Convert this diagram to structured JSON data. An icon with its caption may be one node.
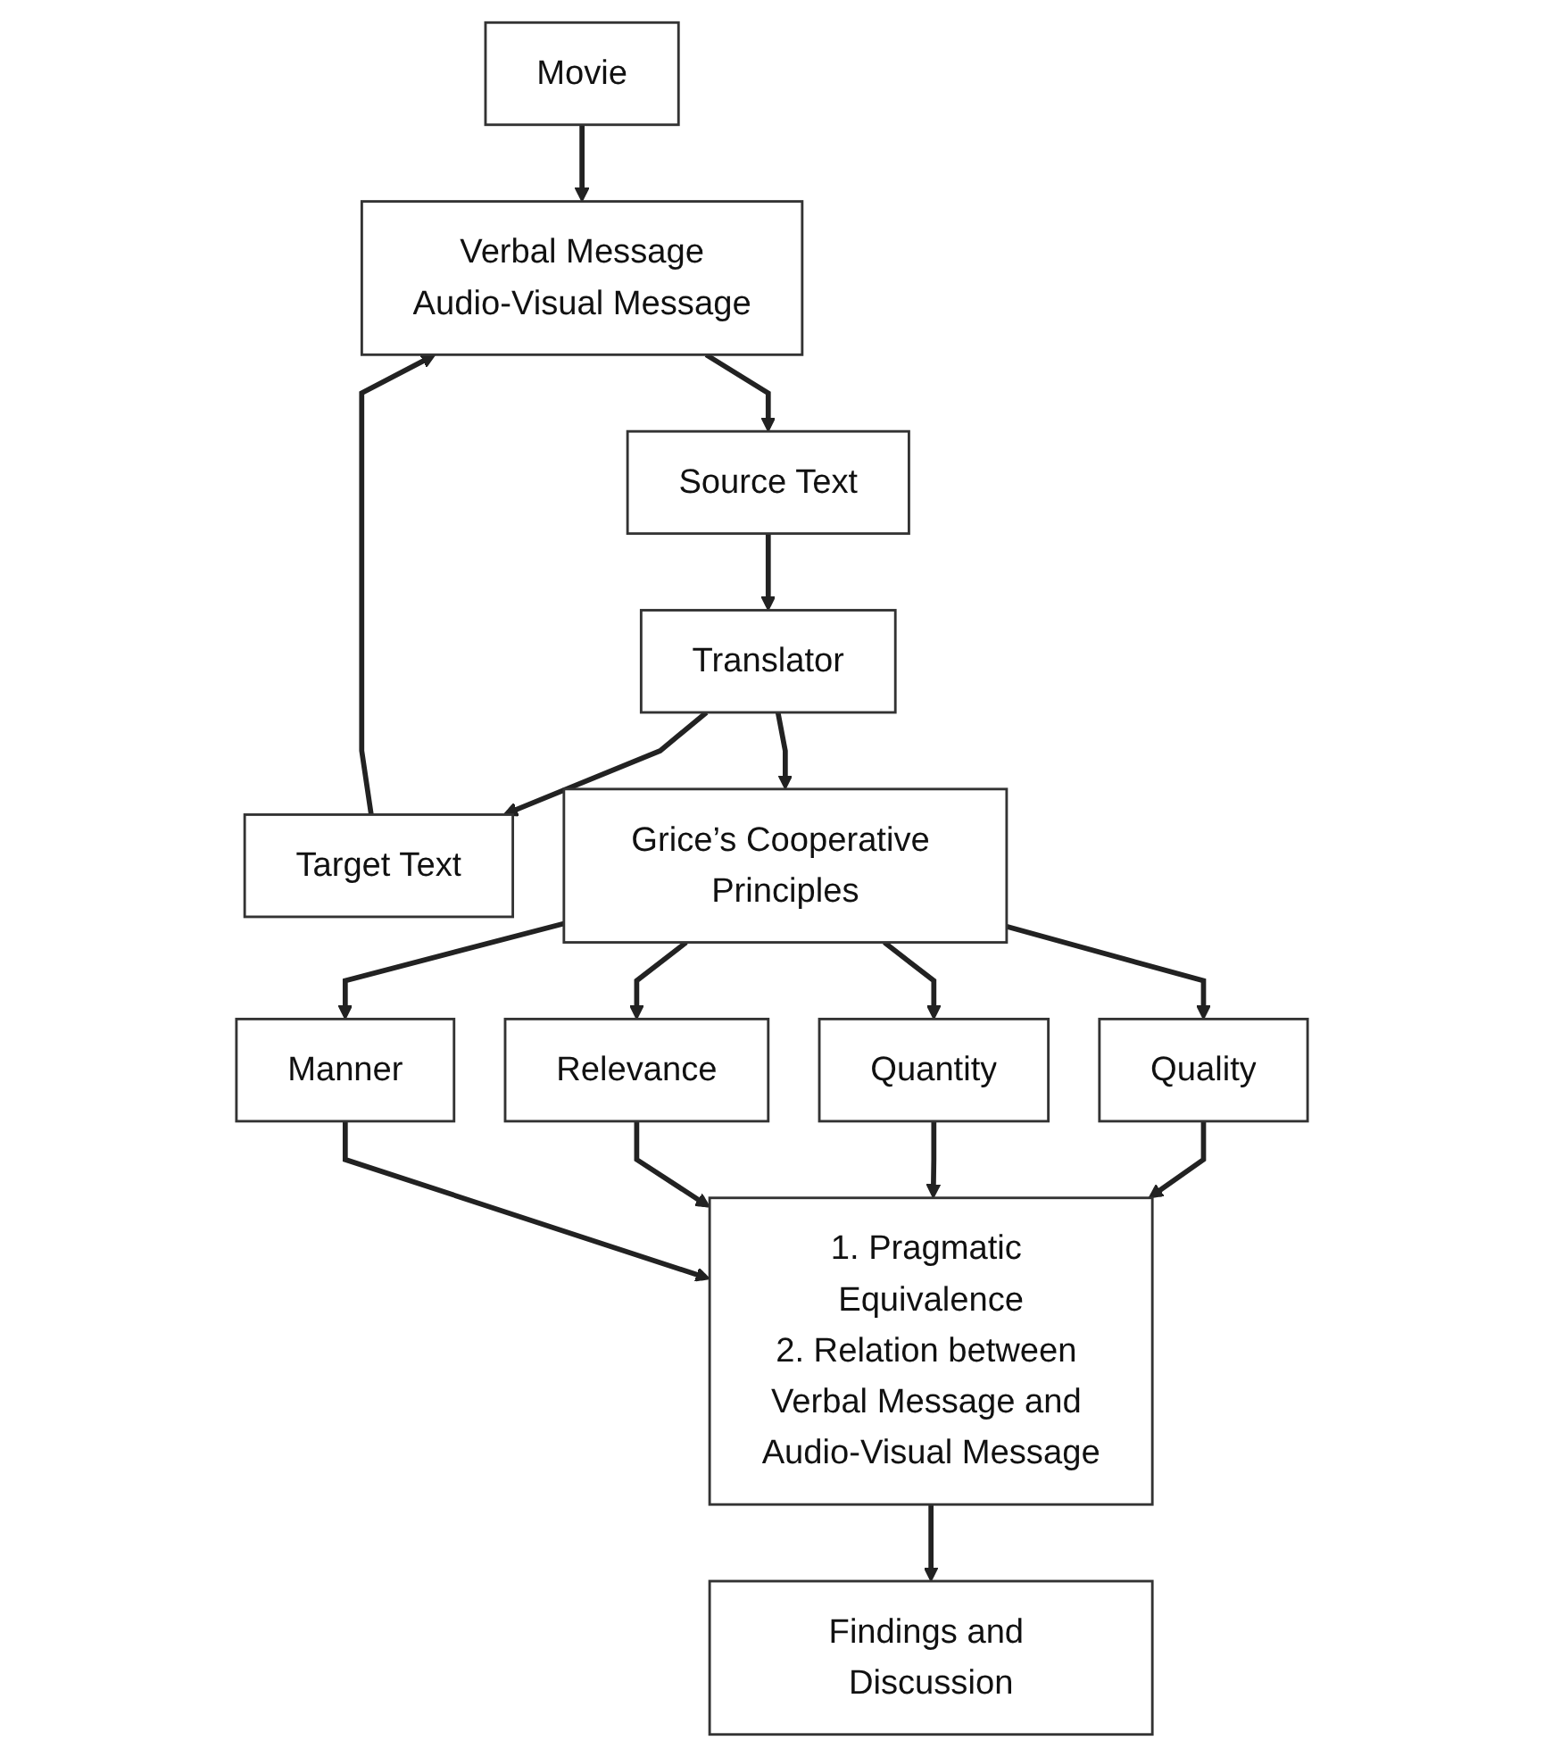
{
  "diagram": {
    "nodes": [
      {
        "text": [
          "Movie"
        ]
      },
      {
        "text": [
          "Verbal Message",
          "Audio-Visual Message"
        ]
      },
      {
        "text": [
          "Source Text"
        ]
      },
      {
        "text": [
          "Translator"
        ]
      },
      {
        "text": [
          "Target Text"
        ]
      },
      {
        "text": [
          "Grice’s Cooperative Principles"
        ]
      },
      {
        "text": [
          "Quality"
        ]
      },
      {
        "text": [
          "Quantity"
        ]
      },
      {
        "text": [
          "Relevance"
        ]
      },
      {
        "text": [
          "Manner"
        ]
      },
      {
        "text": [
          "1. Pragmatic Equivalence",
          "2. Relation between Verbal Message and Audio-Visual Message"
        ]
      },
      {
        "text": [
          "Findings and Discussion"
        ]
      }
    ],
    "edges": [
      {
        "from": 0,
        "to": 1,
        "arrow": "to"
      },
      {
        "from": 1,
        "to": 2,
        "arrow": "to"
      },
      {
        "from": 2,
        "to": 3,
        "arrow": "to"
      },
      {
        "from": 3,
        "to": 4,
        "arrow": "to"
      },
      {
        "from": 4,
        "to": 1,
        "arrow": "to"
      },
      {
        "from": 3,
        "to": 5,
        "arrow": "to"
      },
      {
        "from": 5,
        "to": 6,
        "arrow": "to"
      },
      {
        "from": 5,
        "to": 7,
        "arrow": "to"
      },
      {
        "from": 5,
        "to": 8,
        "arrow": "to"
      },
      {
        "from": 5,
        "to": 9,
        "arrow": "to"
      },
      {
        "from": 6,
        "to": 10,
        "arrow": "to"
      },
      {
        "from": 7,
        "to": 10,
        "arrow": "to"
      },
      {
        "from": 8,
        "to": 10,
        "arrow": "to"
      },
      {
        "from": 9,
        "to": 10,
        "arrow": "to"
      },
      {
        "from": 10,
        "to": 11,
        "arrow": "to"
      }
    ]
  }
}
